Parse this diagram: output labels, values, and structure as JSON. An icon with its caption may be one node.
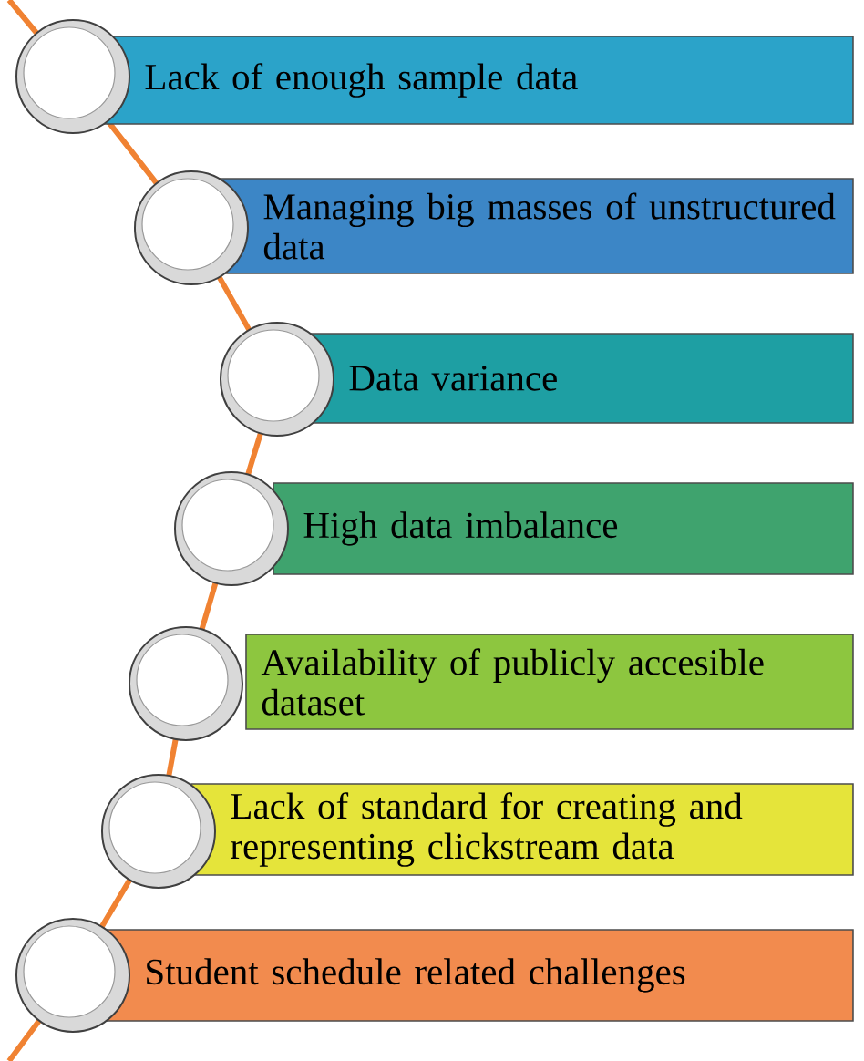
{
  "diagram": {
    "nodes": [
      {
        "text": [
          "Lack of enough sample data"
        ]
      },
      {
        "text": [
          "Managing big masses of unstructured data"
        ]
      },
      {
        "text": [
          "Data variance"
        ]
      },
      {
        "text": [
          "High data imbalance"
        ]
      },
      {
        "text": [
          "Availability of publicly accesible dataset"
        ]
      },
      {
        "text": [
          "Lack of standard for creating and representing clickstream data"
        ]
      },
      {
        "text": [
          "Student schedule related challenges"
        ]
      }
    ]
  }
}
